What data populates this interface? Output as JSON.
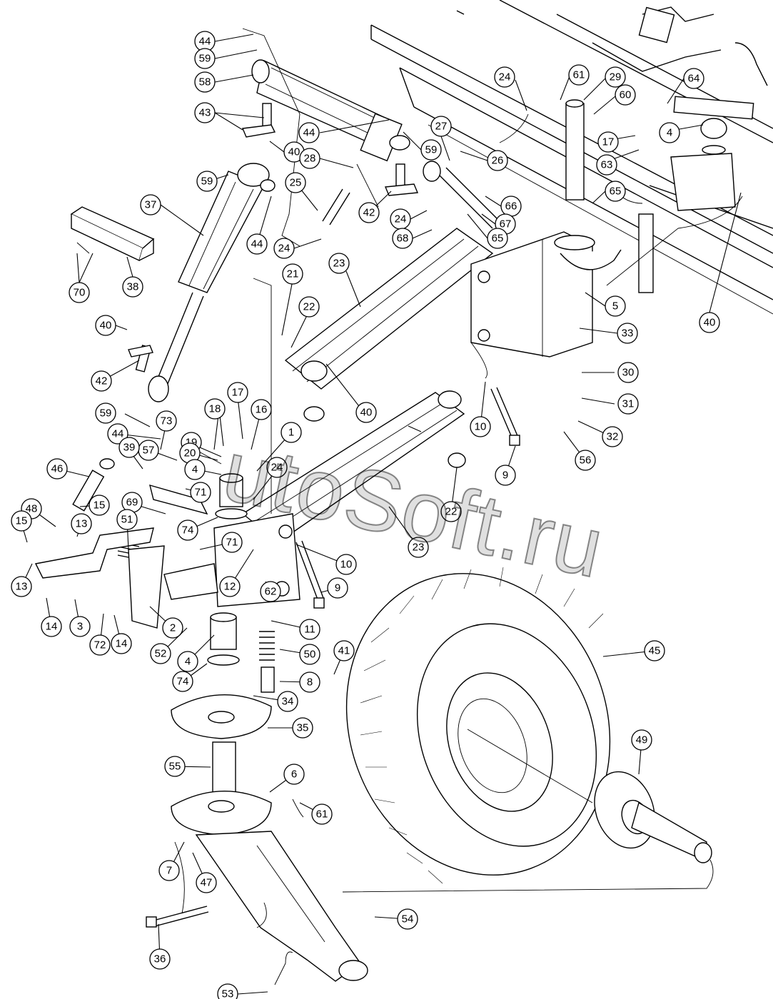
{
  "watermark": "utoSoft.ru",
  "callouts": [
    {
      "n": "44",
      "id": "c44a"
    },
    {
      "n": "59",
      "id": "c59a"
    },
    {
      "n": "58",
      "id": "c58"
    },
    {
      "n": "43",
      "id": "c43"
    },
    {
      "n": "40",
      "id": "c40a"
    },
    {
      "n": "44",
      "id": "c44b"
    },
    {
      "n": "59",
      "id": "c59b"
    },
    {
      "n": "24",
      "id": "c24a"
    },
    {
      "n": "61",
      "id": "c61a"
    },
    {
      "n": "29",
      "id": "c29"
    },
    {
      "n": "60",
      "id": "c60"
    },
    {
      "n": "64",
      "id": "c64"
    },
    {
      "n": "17",
      "id": "c17a"
    },
    {
      "n": "4",
      "id": "c4a"
    },
    {
      "n": "63",
      "id": "c63"
    },
    {
      "n": "27",
      "id": "c27"
    },
    {
      "n": "26",
      "id": "c26"
    },
    {
      "n": "28",
      "id": "c28"
    },
    {
      "n": "59",
      "id": "c59c"
    },
    {
      "n": "25",
      "id": "c25"
    },
    {
      "n": "42",
      "id": "c42a"
    },
    {
      "n": "65",
      "id": "c65a"
    },
    {
      "n": "66",
      "id": "c66"
    },
    {
      "n": "24",
      "id": "c24b"
    },
    {
      "n": "67",
      "id": "c67"
    },
    {
      "n": "68",
      "id": "c68"
    },
    {
      "n": "65",
      "id": "c65b"
    },
    {
      "n": "37",
      "id": "c37"
    },
    {
      "n": "44",
      "id": "c44c"
    },
    {
      "n": "24",
      "id": "c24c"
    },
    {
      "n": "23",
      "id": "c23a"
    },
    {
      "n": "38",
      "id": "c38"
    },
    {
      "n": "70",
      "id": "c70"
    },
    {
      "n": "21",
      "id": "c21"
    },
    {
      "n": "5",
      "id": "c5"
    },
    {
      "n": "40",
      "id": "c40b"
    },
    {
      "n": "22",
      "id": "c22a"
    },
    {
      "n": "33",
      "id": "c33"
    },
    {
      "n": "40",
      "id": "c40c"
    },
    {
      "n": "42",
      "id": "c42b"
    },
    {
      "n": "30",
      "id": "c30"
    },
    {
      "n": "40",
      "id": "c40d"
    },
    {
      "n": "10",
      "id": "c10a"
    },
    {
      "n": "31",
      "id": "c31"
    },
    {
      "n": "17",
      "id": "c17b"
    },
    {
      "n": "18",
      "id": "c18"
    },
    {
      "n": "16",
      "id": "c16"
    },
    {
      "n": "59",
      "id": "c59d"
    },
    {
      "n": "73",
      "id": "c73"
    },
    {
      "n": "32",
      "id": "c32"
    },
    {
      "n": "44",
      "id": "c44d"
    },
    {
      "n": "19",
      "id": "c19"
    },
    {
      "n": "1",
      "id": "c1"
    },
    {
      "n": "57",
      "id": "c57"
    },
    {
      "n": "20",
      "id": "c20"
    },
    {
      "n": "56",
      "id": "c56"
    },
    {
      "n": "39",
      "id": "c39"
    },
    {
      "n": "4",
      "id": "c4b"
    },
    {
      "n": "24",
      "id": "c24d"
    },
    {
      "n": "9",
      "id": "c9a"
    },
    {
      "n": "46",
      "id": "c46"
    },
    {
      "n": "71",
      "id": "c71a"
    },
    {
      "n": "69",
      "id": "c69"
    },
    {
      "n": "22",
      "id": "c22b"
    },
    {
      "n": "48",
      "id": "c48"
    },
    {
      "n": "15",
      "id": "c15a"
    },
    {
      "n": "74",
      "id": "c74a"
    },
    {
      "n": "15",
      "id": "c15b"
    },
    {
      "n": "51",
      "id": "c51"
    },
    {
      "n": "23",
      "id": "c23b"
    },
    {
      "n": "13",
      "id": "c13a"
    },
    {
      "n": "71",
      "id": "c71b"
    },
    {
      "n": "10",
      "id": "c10b"
    },
    {
      "n": "13",
      "id": "c13b"
    },
    {
      "n": "12",
      "id": "c12"
    },
    {
      "n": "62",
      "id": "c62"
    },
    {
      "n": "9",
      "id": "c9b"
    },
    {
      "n": "14",
      "id": "c14a"
    },
    {
      "n": "3",
      "id": "c3"
    },
    {
      "n": "72",
      "id": "c72"
    },
    {
      "n": "14",
      "id": "c14b"
    },
    {
      "n": "2",
      "id": "c2"
    },
    {
      "n": "11",
      "id": "c11"
    },
    {
      "n": "52",
      "id": "c52"
    },
    {
      "n": "45",
      "id": "c45"
    },
    {
      "n": "4",
      "id": "c4c"
    },
    {
      "n": "50",
      "id": "c50"
    },
    {
      "n": "41",
      "id": "c41"
    },
    {
      "n": "74",
      "id": "c74b"
    },
    {
      "n": "8",
      "id": "c8"
    },
    {
      "n": "34",
      "id": "c34"
    },
    {
      "n": "35",
      "id": "c35"
    },
    {
      "n": "49",
      "id": "c49"
    },
    {
      "n": "55",
      "id": "c55"
    },
    {
      "n": "6",
      "id": "c6"
    },
    {
      "n": "61",
      "id": "c61b"
    },
    {
      "n": "7",
      "id": "c7"
    },
    {
      "n": "47",
      "id": "c47"
    },
    {
      "n": "54",
      "id": "c54"
    },
    {
      "n": "36",
      "id": "c36"
    },
    {
      "n": "53",
      "id": "c53"
    }
  ]
}
